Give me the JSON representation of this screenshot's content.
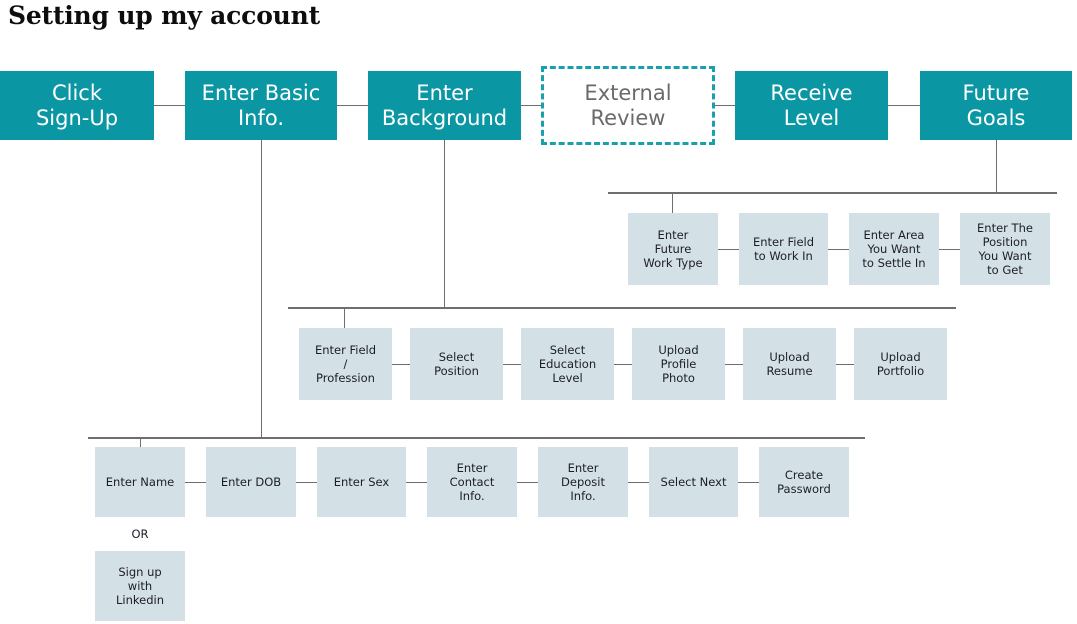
{
  "page": {
    "title": "Setting up my account",
    "colors": {
      "primary_teal": "#0b96a4",
      "sub_box_fill": "#d3e0e5",
      "connector_gray": "#6e6e6e",
      "ghost_border_teal": "#19a0ad",
      "ghost_text_gray": "#6a6a6a",
      "sub_text": "#1c1c2b",
      "title_text": "#0d0d0d",
      "background": "#ffffff"
    }
  },
  "flow": {
    "main_steps": [
      {
        "id": "click-sign-up",
        "label": "Click\nSign-Up",
        "style": "primary"
      },
      {
        "id": "enter-basic-info",
        "label": "Enter Basic\nInfo.",
        "style": "primary"
      },
      {
        "id": "enter-background",
        "label": "Enter\nBackground",
        "style": "primary"
      },
      {
        "id": "external-review",
        "label": "External\nReview",
        "style": "ghost"
      },
      {
        "id": "receive-level",
        "label": "Receive\nLevel",
        "style": "primary"
      },
      {
        "id": "future-goals",
        "label": "Future\nGoals",
        "style": "primary"
      }
    ],
    "future_goals_substeps": [
      {
        "id": "enter-future-work-type",
        "label": "Enter\nFuture\nWork Type"
      },
      {
        "id": "enter-field-to-work-in",
        "label": "Enter Field\nto Work In"
      },
      {
        "id": "enter-area-to-settle-in",
        "label": "Enter Area\nYou Want\nto Settle In"
      },
      {
        "id": "enter-position-to-get",
        "label": "Enter The\nPosition\nYou Want\nto Get"
      }
    ],
    "background_substeps": [
      {
        "id": "enter-field-profession",
        "label": "Enter Field\n/\nProfession"
      },
      {
        "id": "select-position",
        "label": "Select\nPosition"
      },
      {
        "id": "select-education-level",
        "label": "Select\nEducation\nLevel"
      },
      {
        "id": "upload-profile-photo",
        "label": "Upload\nProfile\nPhoto"
      },
      {
        "id": "upload-resume",
        "label": "Upload\nResume"
      },
      {
        "id": "upload-portfolio",
        "label": "Upload\nPortfolio"
      }
    ],
    "basic_info_substeps": [
      {
        "id": "enter-name",
        "label": "Enter Name"
      },
      {
        "id": "enter-dob",
        "label": "Enter DOB"
      },
      {
        "id": "enter-sex",
        "label": "Enter Sex"
      },
      {
        "id": "enter-contact-info",
        "label": "Enter\nContact\nInfo."
      },
      {
        "id": "enter-deposit-info",
        "label": "Enter\nDeposit\nInfo."
      },
      {
        "id": "select-next",
        "label": "Select Next"
      },
      {
        "id": "create-password",
        "label": "Create\nPassword"
      }
    ],
    "alternative": {
      "or_label": "OR",
      "linkedin": {
        "id": "sign-up-with-linkedin",
        "label": "Sign up\nwith\nLinkedin"
      }
    }
  }
}
